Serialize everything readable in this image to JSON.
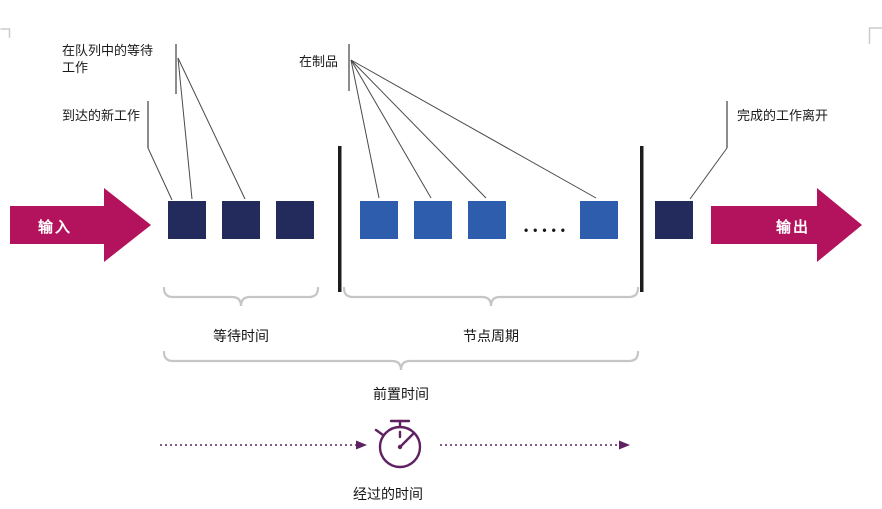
{
  "colors": {
    "magenta": "#b3135c",
    "navy": "#232a5c",
    "blue": "#2f5dae",
    "purple": "#5e2161",
    "brace": "#c6c6c6",
    "ink": "#1a1a1a"
  },
  "arrows": {
    "input": "输入",
    "output": "输出"
  },
  "callouts": {
    "queue_waiting": "在队列中的等待\n工作",
    "wip": "在制品",
    "new_work": "到达的新工作",
    "work_done": "完成的工作离开"
  },
  "braces": {
    "wait_time": "等待时间",
    "node_cycle": "节点周期",
    "lead_time": "前置时间"
  },
  "timer": {
    "elapsed": "经过的时间"
  },
  "queue_dots": "•••••"
}
